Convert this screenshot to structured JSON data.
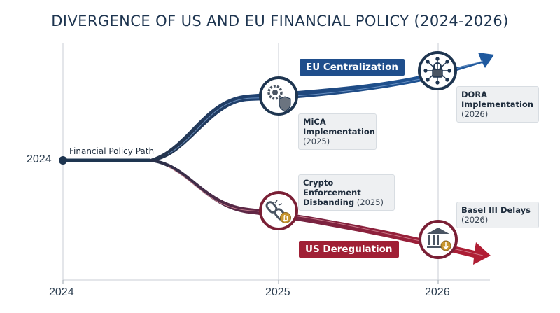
{
  "title": "DIVERGENCE OF US AND EU FINANCIAL POLICY (2024-2026)",
  "start": {
    "year_label": "2024",
    "path_label": "Financial Policy Path"
  },
  "axis": {
    "ticks": [
      "2024",
      "2025",
      "2026"
    ]
  },
  "branches": {
    "eu": {
      "label": "EU Centralization",
      "color": "#1f4e8c"
    },
    "us": {
      "label": "US Deregulation",
      "color": "#a01f35"
    }
  },
  "milestones": {
    "mica": {
      "title": "MiCA Implementation",
      "year": "(2025)",
      "icon": "gear-shield-icon"
    },
    "dora": {
      "title": "DORA Implementation",
      "year": "(2026)",
      "icon": "network-lock-icon"
    },
    "crypto": {
      "title": "Crypto Enforcement Disbanding",
      "year": "(2025)",
      "icon": "broken-chain-bitcoin-icon"
    },
    "basel": {
      "title": "Basel III Delays",
      "year": "(2026)",
      "icon": "bank-down-arrow-icon"
    }
  },
  "colors": {
    "axis": "#c9ced4",
    "start_dot": "#1e3550",
    "title": "#1e3550"
  }
}
